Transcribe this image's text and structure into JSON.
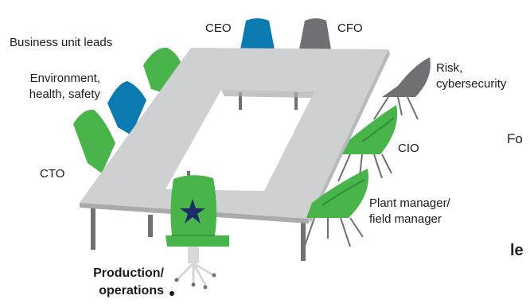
{
  "labels": {
    "ceo": "CEO",
    "cfo": "CFO",
    "business_unit_leads": "Business unit leads",
    "environment_line1": "Environment,",
    "environment_line2": "health, safety",
    "risk_line1": "Risk,",
    "risk_line2": "cybersecurity",
    "cto": "CTO",
    "cio": "CIO",
    "plant_manager_line1": "Plant manager/",
    "plant_manager_line2": "field manager",
    "production_line1": "Production/",
    "production_line2": "operations"
  },
  "cut_text": {
    "fo": "Fo",
    "le": "le"
  },
  "colors": {
    "green": "#49b449",
    "green_dark": "#2f8f35",
    "blue": "#0a7ab0",
    "gray": "#6e7073",
    "table_top": "#cfd0d1",
    "table_edge": "#a9aaab",
    "table_leg": "#6f7072",
    "star": "#1c2a66"
  },
  "icons": {
    "star": "star-icon"
  }
}
